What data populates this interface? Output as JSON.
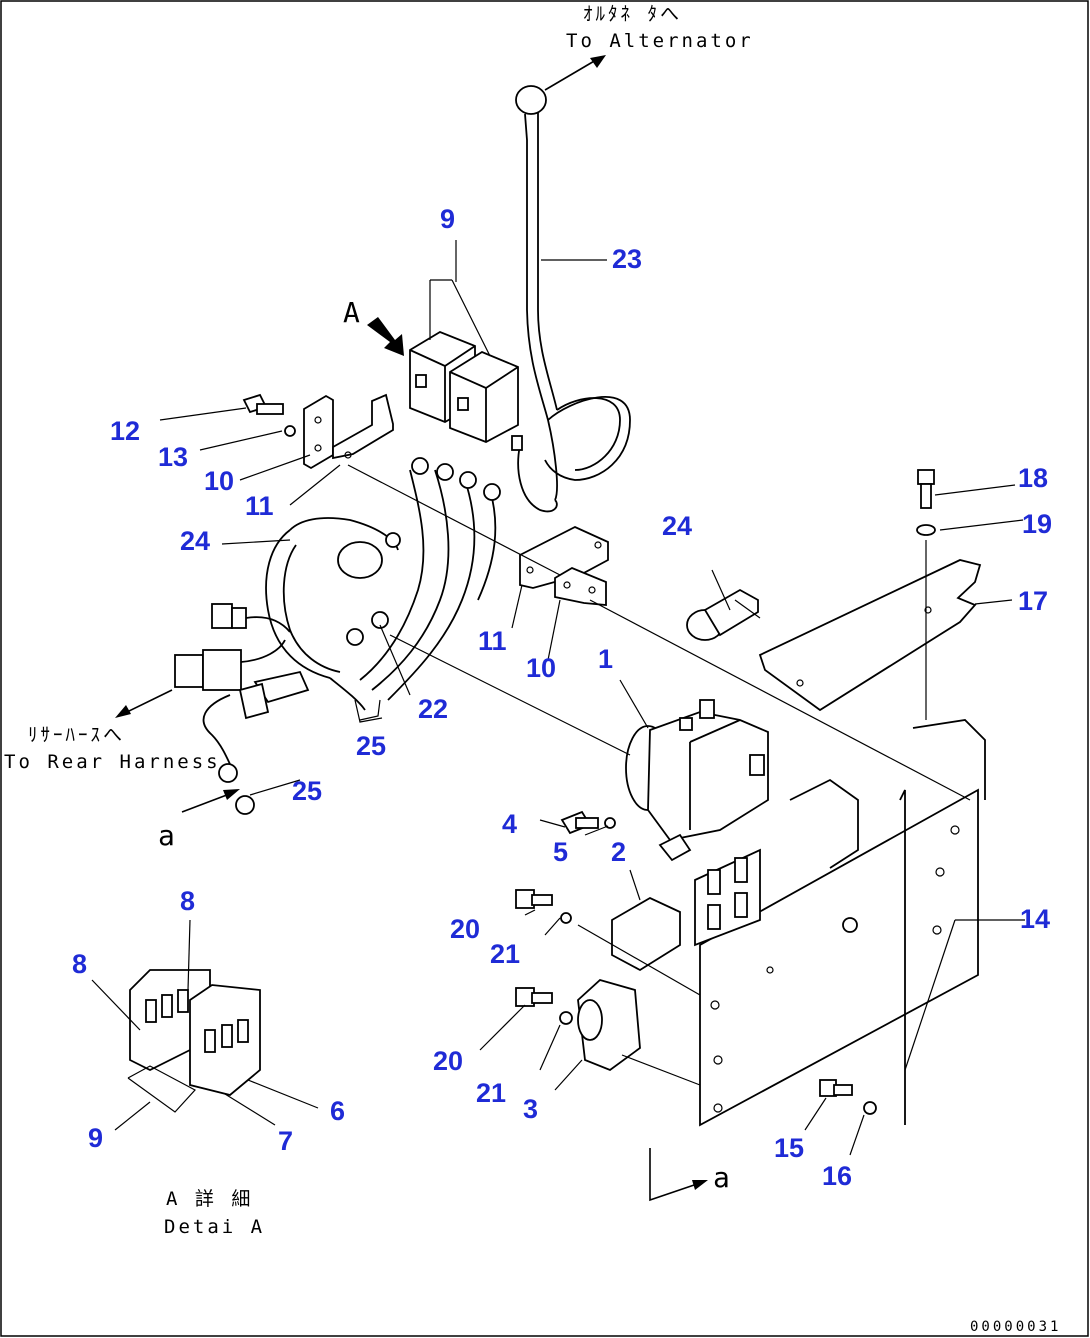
{
  "captions": {
    "alternator_jp": "ｵﾙﾀﾈ ﾀへ",
    "alternator_en": "To Alternator",
    "rear_harness_jp": "ﾘｻｰﾊｰｽへ",
    "rear_harness_en": "To Rear Harness",
    "detail_jp": "A 詳 細",
    "detail_en": "Detai A",
    "view_a": "A",
    "view_a_lower_1": "a",
    "view_a_lower_2": "a",
    "drawing_code": "00000031"
  },
  "part_numbers": {
    "p1": "1",
    "p2": "2",
    "p3": "3",
    "p4": "4",
    "p5": "5",
    "p6": "6",
    "p7": "7",
    "p8a": "8",
    "p8b": "8",
    "p9a": "9",
    "p9b": "9",
    "p10a": "10",
    "p10b": "10",
    "p11a": "11",
    "p11b": "11",
    "p12": "12",
    "p13": "13",
    "p14": "14",
    "p15": "15",
    "p16": "16",
    "p17": "17",
    "p18": "18",
    "p19": "19",
    "p20a": "20",
    "p20b": "20",
    "p21a": "21",
    "p21b": "21",
    "p22": "22",
    "p23": "23",
    "p24a": "24",
    "p24b": "24",
    "p25a": "25",
    "p25b": "25"
  },
  "colors": {
    "callout": "#1f2bd6",
    "line": "#000000",
    "background": "#ffffff"
  }
}
